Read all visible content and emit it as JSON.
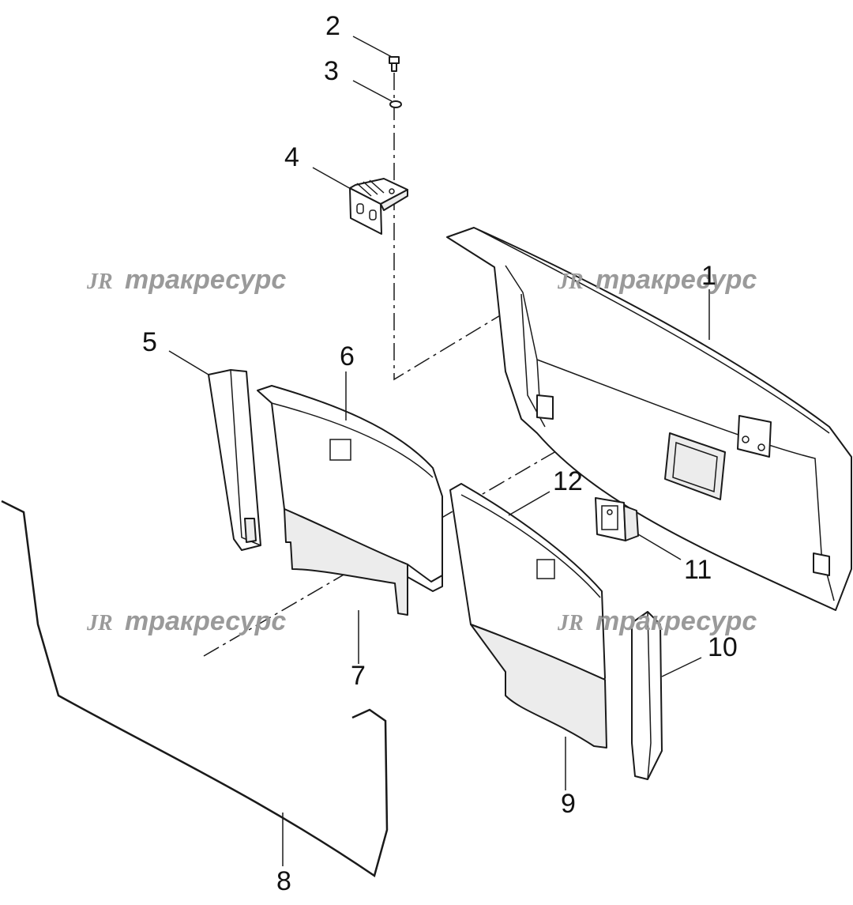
{
  "diagram": {
    "callouts": [
      "1",
      "2",
      "3",
      "4",
      "5",
      "6",
      "7",
      "8",
      "9",
      "10",
      "11",
      "12"
    ],
    "watermark": {
      "logo": "JR",
      "text": "тракресурс"
    },
    "colors": {
      "line": "#1a1a1a",
      "watermark": "#9a9a9a",
      "background": "#ffffff"
    }
  }
}
